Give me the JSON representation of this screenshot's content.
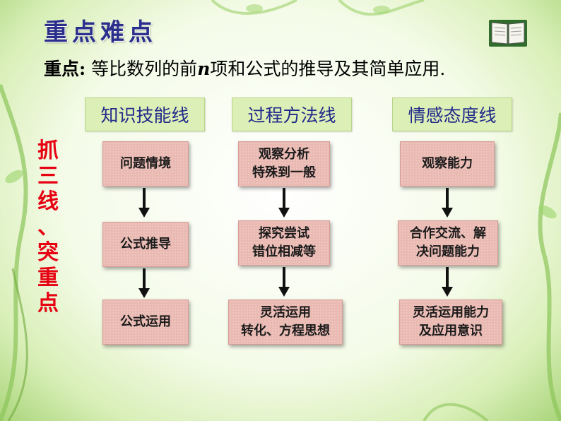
{
  "heading": "重点难点",
  "keypoint": {
    "label": "重点:",
    "text_before": " 等比数列的前",
    "var": "n",
    "text_after": "项和公式的推导及其简单应用."
  },
  "side_label": [
    "抓",
    "三",
    "线",
    "、",
    "突",
    "重",
    "点"
  ],
  "columns": [
    {
      "title": "知识技能线",
      "steps": [
        [
          "问题情境"
        ],
        [
          "公式推导"
        ],
        [
          "公式运用"
        ]
      ]
    },
    {
      "title": "过程方法线",
      "steps": [
        [
          "观察分析",
          "特殊到一般"
        ],
        [
          "探究尝试",
          "错位相减等"
        ],
        [
          "灵活运用",
          "转化、方程思想"
        ]
      ]
    },
    {
      "title": "情感态度线",
      "steps": [
        [
          "观察能力"
        ],
        [
          "合作交流、解",
          "决问题能力"
        ],
        [
          "灵活运用能力",
          "及应用意识"
        ]
      ]
    }
  ],
  "colors": {
    "heading": "#2b2f8c",
    "side_label": "#e60012",
    "box": "#e9b9b2",
    "column_head": "#dcefb6"
  },
  "icons": [
    "book-icon",
    "arrow-down-icon"
  ]
}
